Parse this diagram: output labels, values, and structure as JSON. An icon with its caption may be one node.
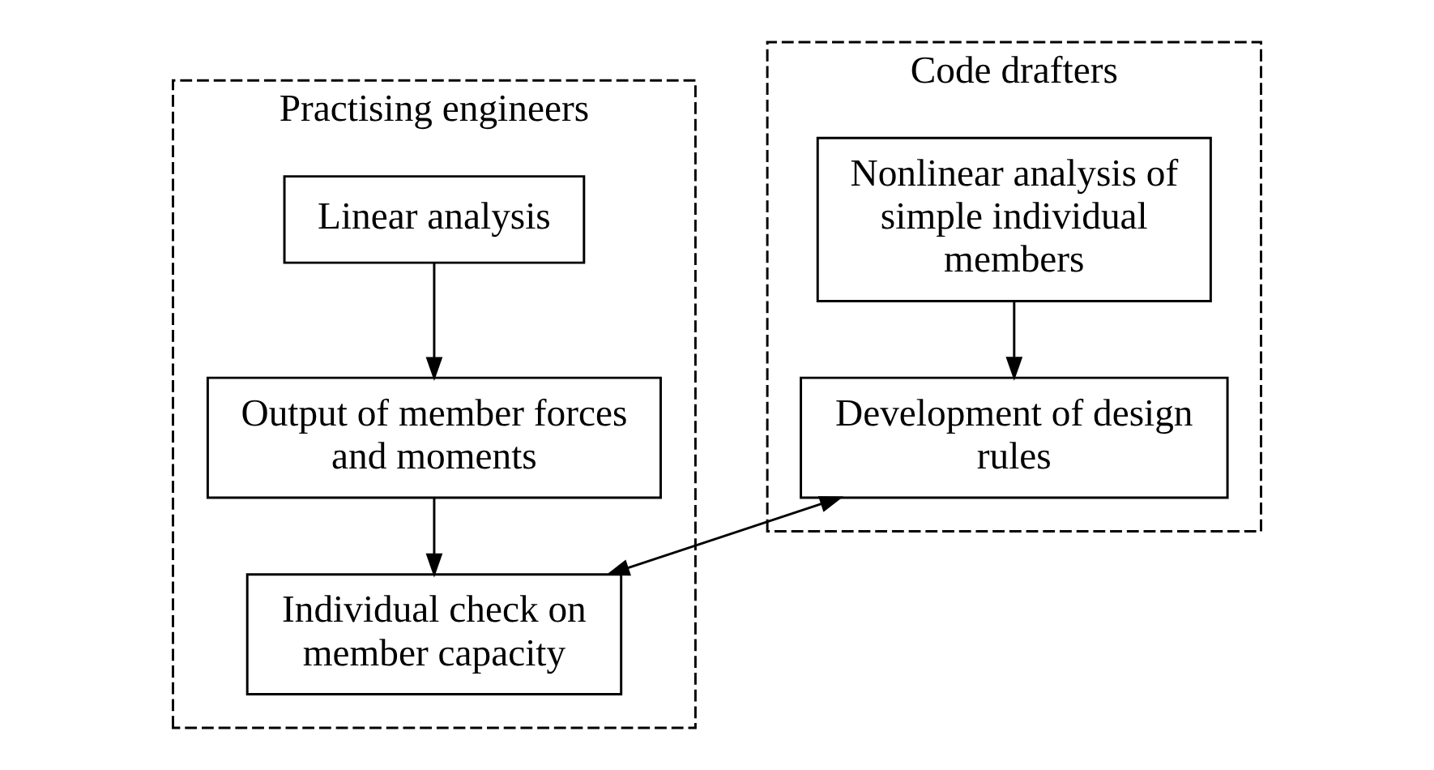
{
  "diagram": {
    "nodes": [
      {
        "text": [
          "Practising engineers"
        ]
      },
      {
        "text": [
          "Linear analysis"
        ],
        "in": 0
      },
      {
        "text": [
          "Output of member forces and moments"
        ],
        "in": 0
      },
      {
        "text": [
          "Individual check on member capacity"
        ],
        "in": 0
      },
      {
        "text": [
          "Code drafters"
        ]
      },
      {
        "text": [
          "Nonlinear analysis of simple individual members"
        ],
        "in": 4
      },
      {
        "text": [
          "Development of design rules"
        ],
        "in": 4
      }
    ],
    "edges": [
      {
        "from": 1,
        "to": 2,
        "arrow": "to"
      },
      {
        "from": 2,
        "to": 3,
        "arrow": "to"
      },
      {
        "from": 5,
        "to": 6,
        "arrow": "to"
      },
      {
        "from": 6,
        "to": 3,
        "arrow": "both"
      }
    ]
  }
}
